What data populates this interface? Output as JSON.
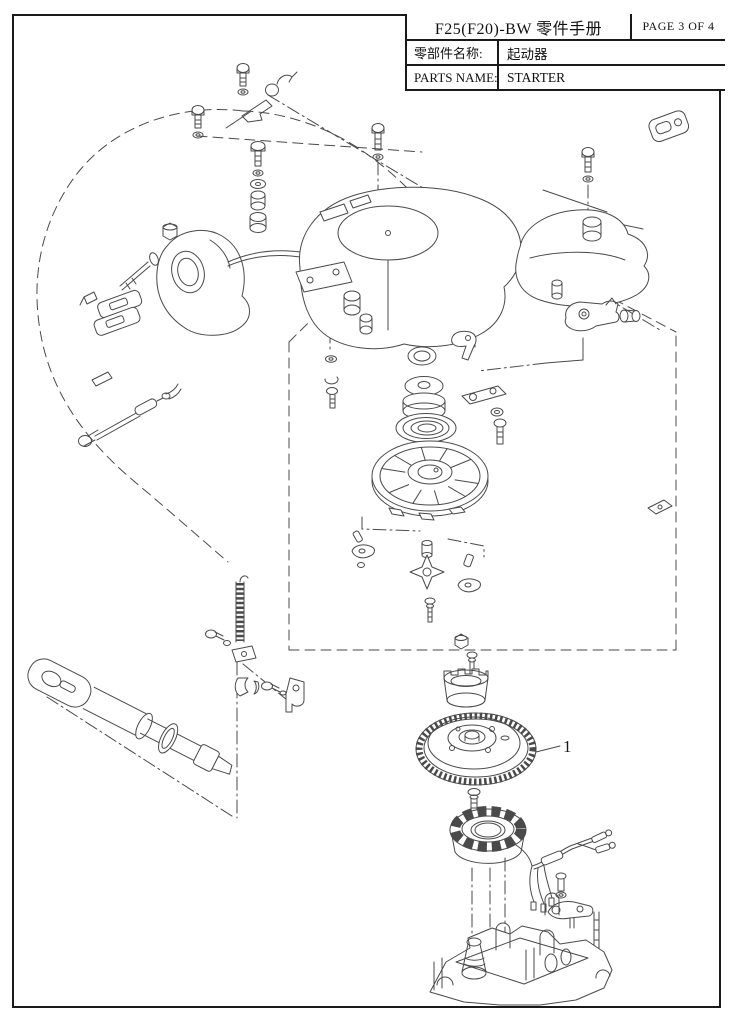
{
  "title_block": {
    "title": "F25(F20)-BW 零件手册",
    "page": "PAGE 3 OF 4",
    "rows": [
      {
        "label": "零部件名称:",
        "value": "起动器"
      },
      {
        "label": "PARTS NAME:",
        "value": "STARTER"
      }
    ]
  },
  "callout": {
    "number": "1"
  },
  "colors": {
    "line": "#4a4a4a",
    "frame": "#1a1a1a",
    "background": "#ffffff"
  }
}
